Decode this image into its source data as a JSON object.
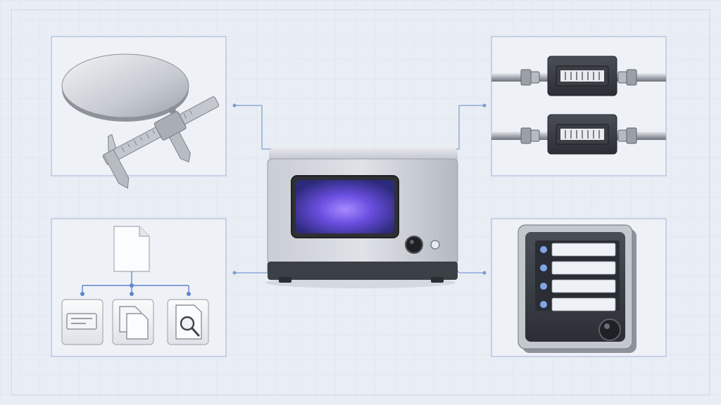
{
  "diagram": {
    "colors": {
      "background": "#e9edf4",
      "grid": "#dde3ee",
      "frame": "#9fb3d9",
      "connector": "#7f9bd0",
      "device_screen": "#6a4ee0",
      "metal": "#c8ccd3"
    },
    "center": {
      "name": "plasma-chamber-device",
      "icons": [
        "display-screen",
        "knob",
        "indicator-light"
      ]
    },
    "panels": [
      {
        "name": "sample-measurement-panel",
        "icons": [
          "wafer-disc-icon",
          "vernier-caliper-icon"
        ]
      },
      {
        "name": "gas-flow-panel",
        "icons": [
          "flow-meter-icon",
          "flow-meter-icon"
        ]
      },
      {
        "name": "document-hierarchy-panel",
        "icons": [
          "document-icon",
          "text-note-icon",
          "copy-icon",
          "search-document-icon"
        ]
      },
      {
        "name": "control-panel-card",
        "icons": [
          "list-menu-icon",
          "knob-icon"
        ]
      }
    ]
  }
}
